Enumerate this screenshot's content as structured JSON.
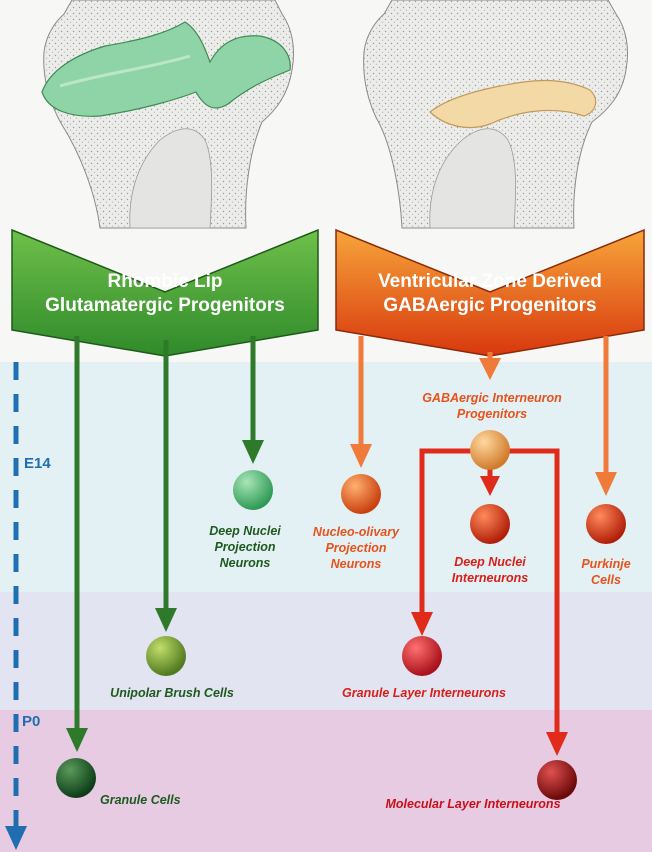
{
  "headers": {
    "left": [
      "Rhombic Lip",
      "Glutamatergic Progenitors"
    ],
    "right": [
      "Ventricular Zone Derived",
      "GABAergic Progenitors"
    ]
  },
  "stages": {
    "e14": "E14",
    "p0": "P0"
  },
  "intermediate": [
    "GABAergic Interneuron",
    "Progenitors"
  ],
  "cells": {
    "deep_nuclei_projection": [
      "Deep Nuclei",
      "Projection",
      "Neurons"
    ],
    "unipolar_brush": [
      "Unipolar Brush Cells"
    ],
    "granule": [
      "Granule Cells"
    ],
    "nucleo_olivary": [
      "Nucleo-olivary",
      "Projection",
      "Neurons"
    ],
    "deep_nuclei_interneurons": [
      "Deep Nuclei",
      "Interneurons"
    ],
    "purkinje": [
      "Purkinje",
      "Cells"
    ],
    "granule_layer_interneurons": [
      "Granule Layer Interneurons"
    ],
    "molecular_layer_interneurons": [
      "Molecular Layer Interneurons"
    ]
  },
  "colors": {
    "glutamatergic": "#2f8a2a",
    "gabaergic": "#e8521c",
    "gaba_arrow": "#f07a3a",
    "interneuron_arrow": "#e02a1a",
    "band_e14": "#e3f1f5",
    "band_mid": "#e2e4f1",
    "band_p0": "#e6cbe3",
    "timeline": "#1f6fb0"
  }
}
